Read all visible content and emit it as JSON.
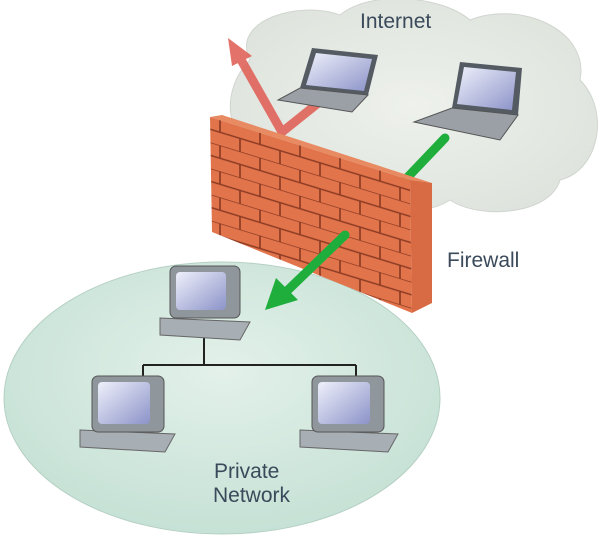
{
  "labels": {
    "internet": "Internet",
    "firewall": "Firewall",
    "private_network_line1": "Private",
    "private_network_line2": "Network"
  },
  "colors": {
    "cloud": "#e3e8e2",
    "network_zone": "#cfe6dc",
    "brick": "#e0714a",
    "mortar": "#8a3a22",
    "allowed_arrow": "#1fae3c",
    "blocked_arrow": "#e0645a"
  }
}
